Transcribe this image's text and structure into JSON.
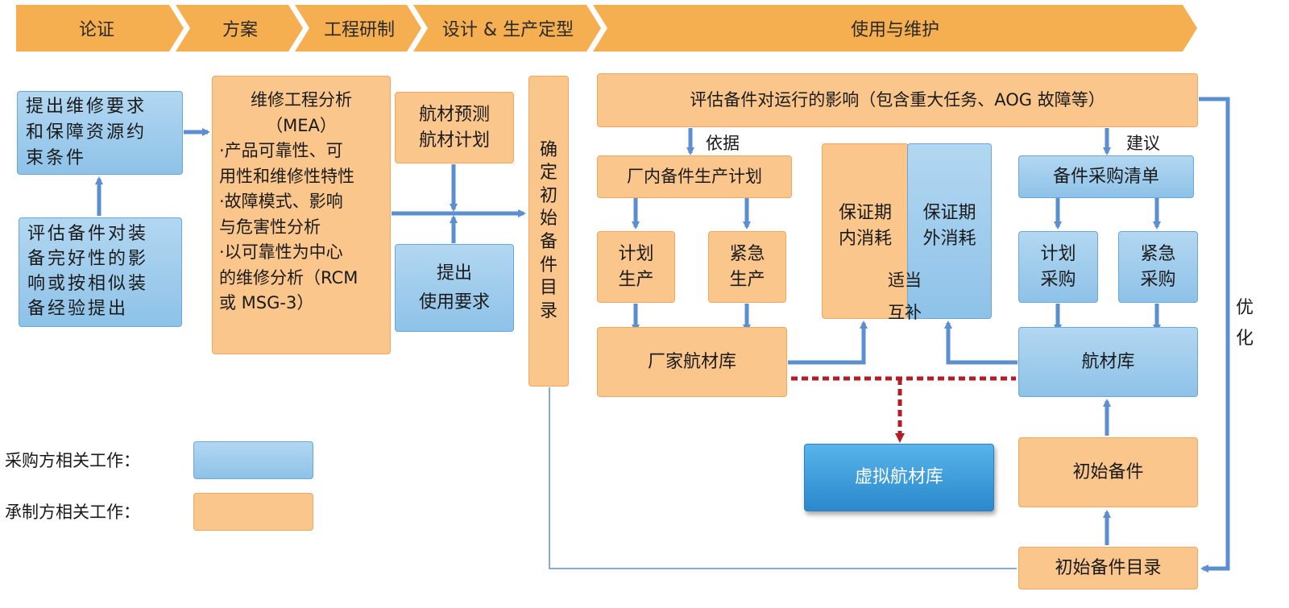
{
  "phases": [
    "论证",
    "方案",
    "工程研制",
    "设计 & 生产定型",
    "使用与维护"
  ],
  "colors": {
    "chevron": "#f5ae50",
    "arrow": "#5b8fd0",
    "dashed": "#b11f24",
    "exchange": "#e0a718"
  },
  "boxes": {
    "req": [
      "提出维修要求",
      "和保障资源约",
      "束条件"
    ],
    "eval_left": [
      "评估备件对装",
      "备完好性的影",
      "响或按相似装",
      "备经验提出"
    ],
    "mea": [
      "维修工程分析",
      "（MEA）",
      "·产品可靠性、可",
      "用性和维修性特性",
      "·故障模式、影响",
      "与危害性分析",
      "·以可靠性为中心",
      "的维修分析（RCM",
      "或 MSG-3）"
    ],
    "forecast": [
      "航材预测",
      "航材计划"
    ],
    "usage": [
      "提出",
      "使用要求"
    ],
    "initial_list_v": [
      "确",
      "定",
      "初",
      "始",
      "备",
      "件",
      "目",
      "录"
    ],
    "eval_top": "评估备件对运行的影响（包含重大任务、AOG 故障等）",
    "plant_plan": "厂内备件生产计划",
    "plan_prod": [
      "计划",
      "生产"
    ],
    "urgent_prod": [
      "紧急",
      "生产"
    ],
    "factory_store": "厂家航材库",
    "in_warranty": [
      "保证期",
      "内消耗"
    ],
    "out_warranty": [
      "保证期",
      "外消耗"
    ],
    "purchase_list": "备件采购清单",
    "plan_buy": [
      "计划",
      "采购"
    ],
    "urgent_buy": [
      "紧急",
      "采购"
    ],
    "store": "航材库",
    "virtual_store": "虚拟航材库",
    "initial_spares": "初始备件",
    "initial_list": "初始备件目录"
  },
  "labels": {
    "basis": "依据",
    "suggest": "建议",
    "optimize": [
      "优",
      "化"
    ],
    "exchange": [
      "适当",
      "互补"
    ]
  },
  "legend": {
    "buyer": "采购方相关工作：",
    "maker": "承制方相关工作："
  }
}
